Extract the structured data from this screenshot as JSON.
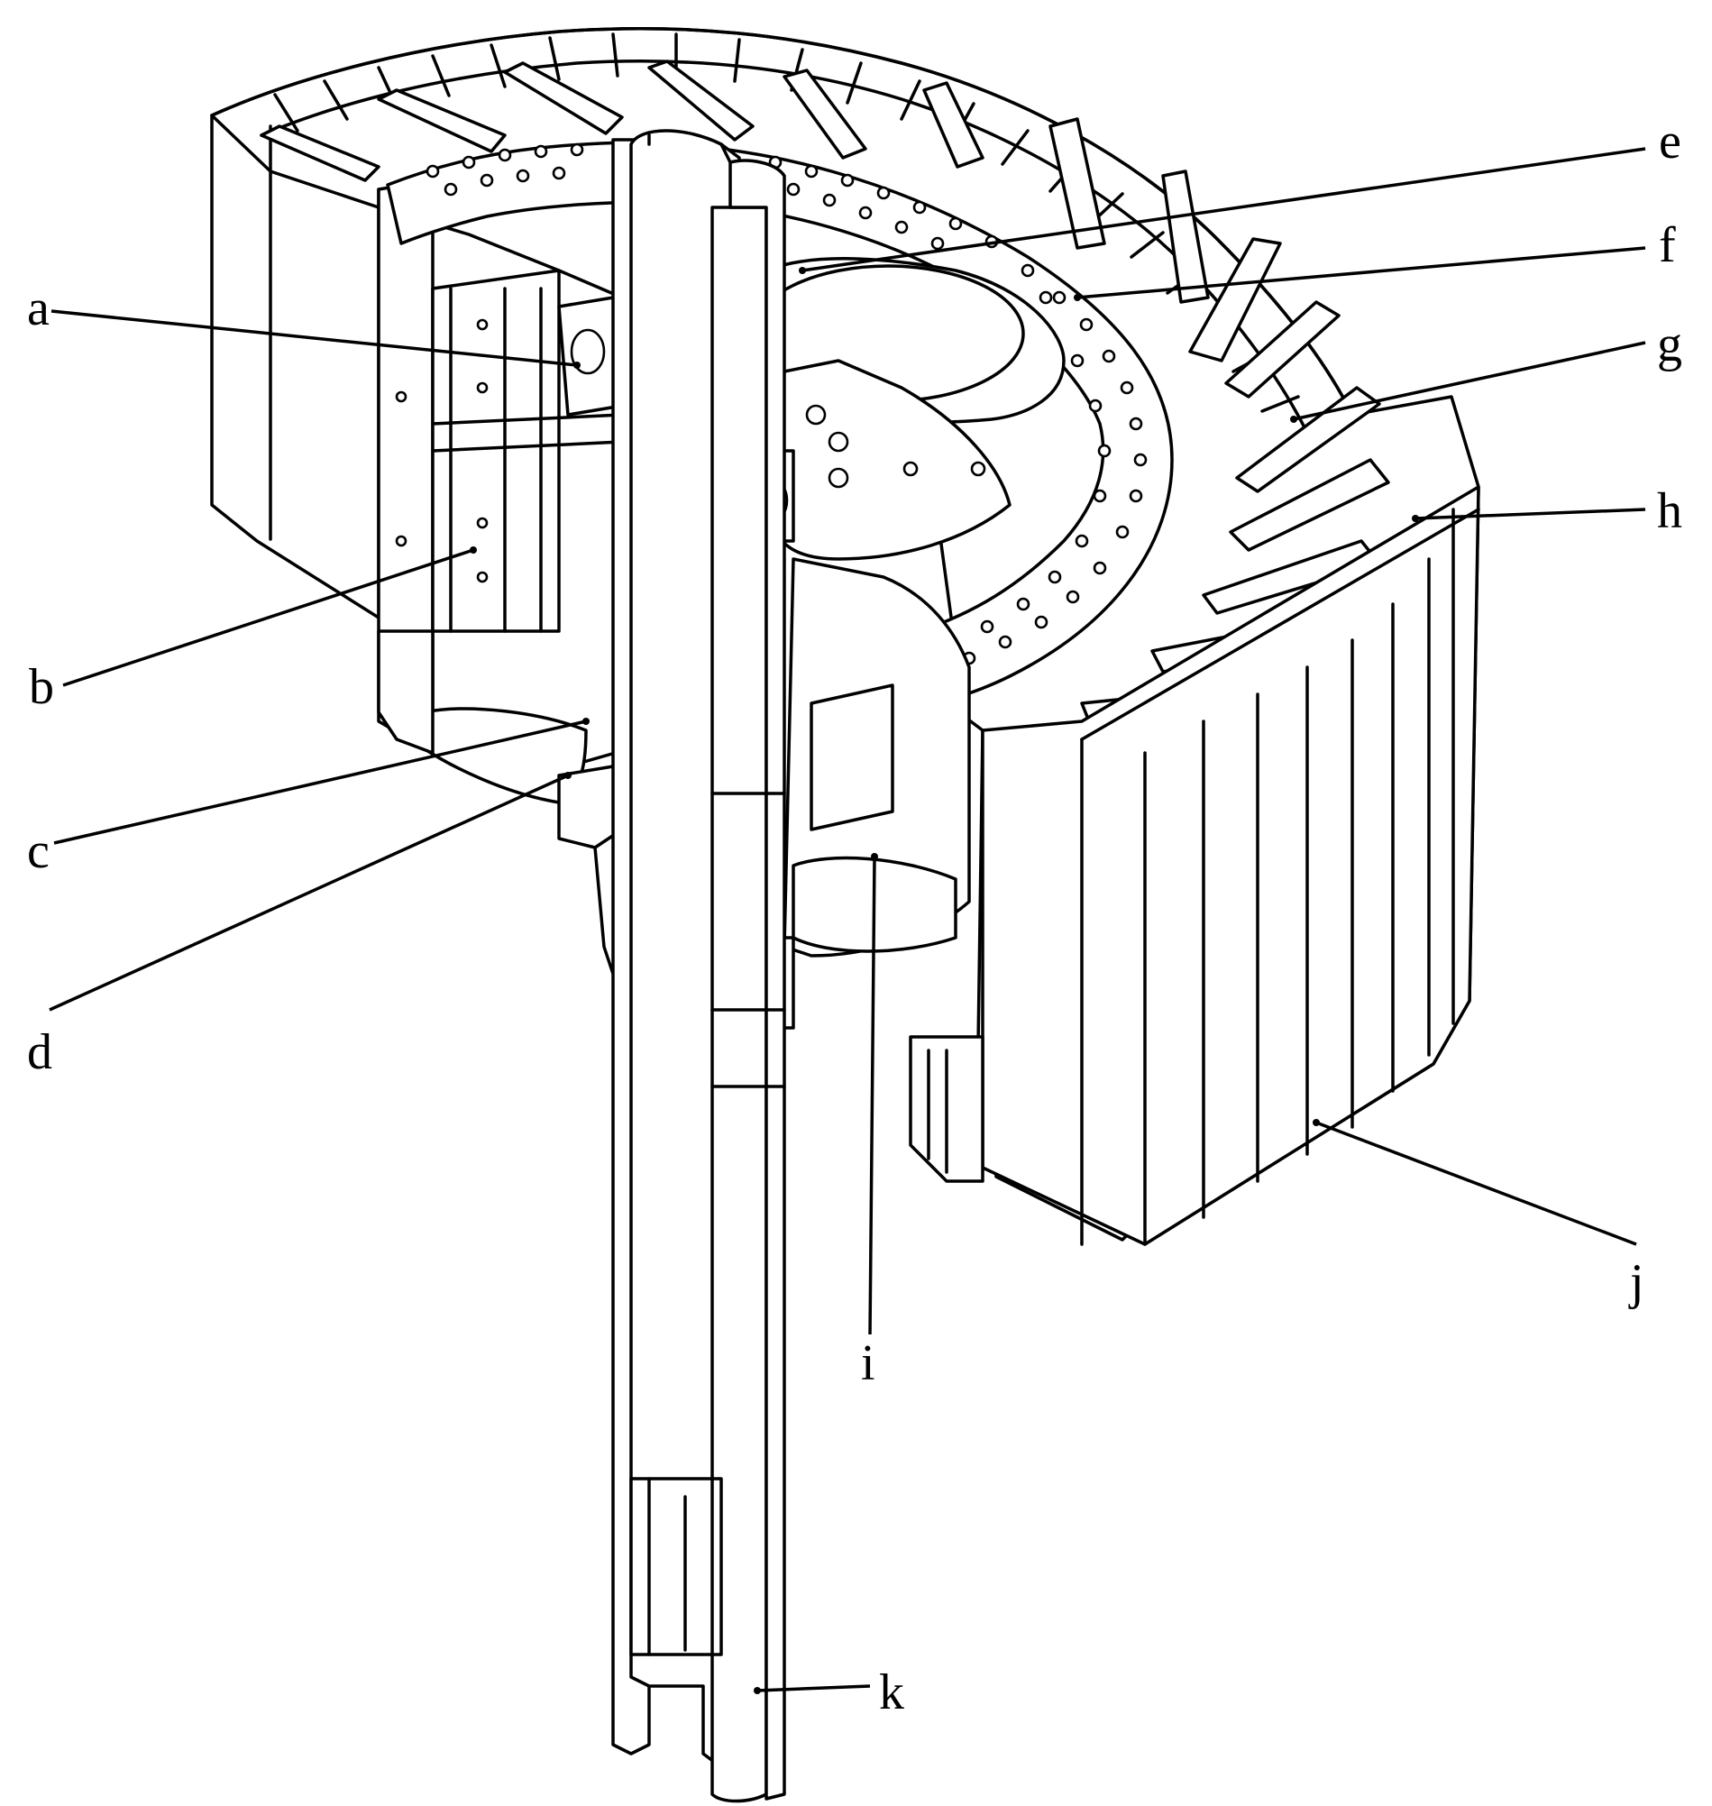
{
  "labels": {
    "a": "a",
    "b": "b",
    "c": "c",
    "d": "d",
    "e": "e",
    "f": "f",
    "g": "g",
    "h": "h",
    "i": "i",
    "j": "j",
    "k": "k"
  },
  "colors": {
    "line": "#000000",
    "background": "#ffffff"
  }
}
